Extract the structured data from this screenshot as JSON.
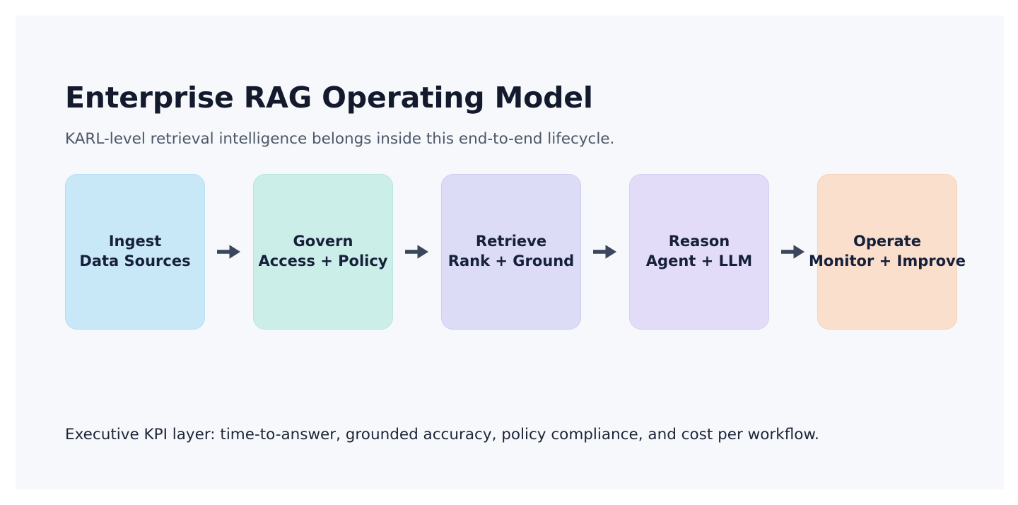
{
  "slide": {
    "title": "Enterprise RAG Operating Model",
    "subtitle": "KARL-level retrieval intelligence belongs inside this end-to-end lifecycle.",
    "footer_note": "Executive KPI layer: time-to-answer, grounded accuracy, policy compliance, and cost per workflow.",
    "background_color": "#f7f8fb",
    "title_color": "#131a2e",
    "subtitle_color": "#4c5769",
    "arrow_color": "#3a465c",
    "arrow_icon": "arrow-right-icon"
  },
  "flow": {
    "connector_label": "arrow-right-icon",
    "stages": [
      {
        "id": "ingest",
        "title": "Ingest",
        "detail": "Data Sources",
        "fill": "#c9e8f7",
        "border": "#b5dff3"
      },
      {
        "id": "govern",
        "title": "Govern",
        "detail": "Access + Policy",
        "fill": "#cceee9",
        "border": "#b8e6df"
      },
      {
        "id": "retrieve",
        "title": "Retrieve",
        "detail": "Rank + Ground",
        "fill": "#dcdcf7",
        "border": "#cdcdf2"
      },
      {
        "id": "reason",
        "title": "Reason",
        "detail": "Agent + LLM",
        "fill": "#e2dcf8",
        "border": "#d6cdf4"
      },
      {
        "id": "operate",
        "title": "Operate",
        "detail": "Monitor + Improve",
        "fill": "#fadfcd",
        "border": "#f6d2ba"
      }
    ]
  }
}
